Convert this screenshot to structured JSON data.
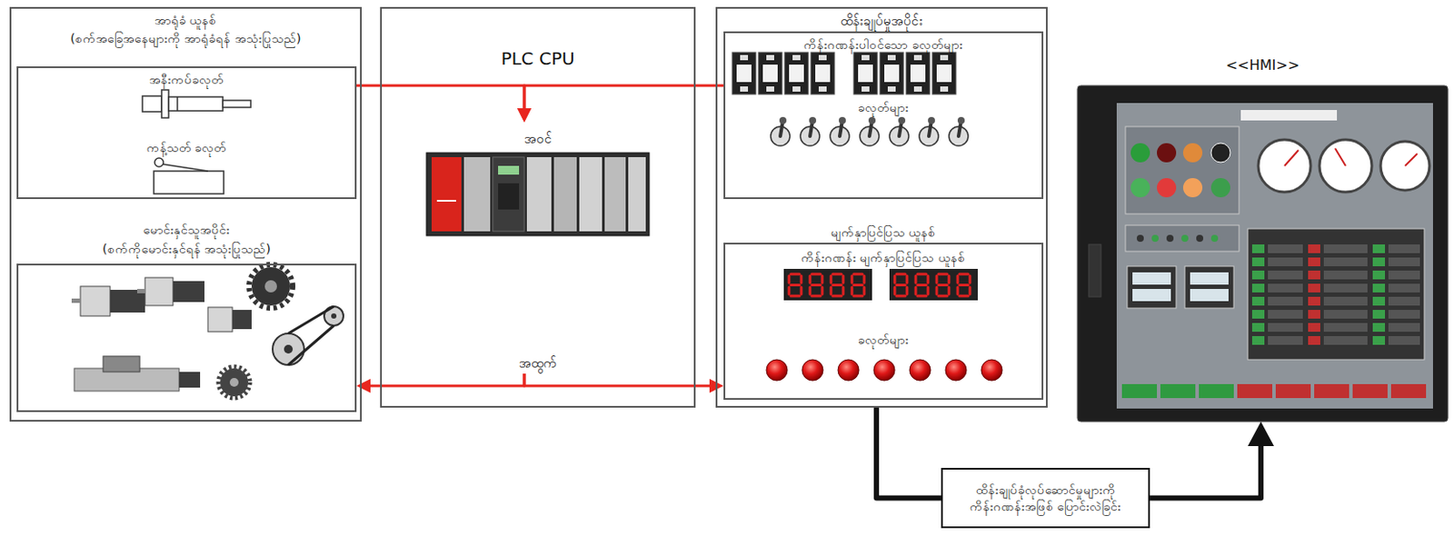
{
  "diagram": {
    "nodes": [
      {
        "text": [
          "အာရုံခံ ယူနစ်",
          "(စက်အခြေအနေများကို အာရုံခံရန် အသုံးပြုသည်)"
        ]
      },
      {
        "text": [
          "အနီးကပ်ခလုတ်",
          "ကန့်သတ် ခလုတ်"
        ],
        "in": 0
      },
      {
        "text": [
          "မောင်းနှင်သူအပိုင်း",
          "(စက်ကိုမောင်းနှင်ရန် အသုံးပြုသည်)"
        ],
        "in": 0
      },
      {
        "text": [
          "PLC CPU",
          "အဝင်",
          "အထွက်"
        ]
      },
      {
        "text": [
          "ထိန်းချုပ်မှုအပိုင်း"
        ]
      },
      {
        "text": [
          "ကိန်းဂဏန်းပါဝင်သော ခလုတ်များ",
          "ခလုတ်များ"
        ],
        "in": 4
      },
      {
        "text": [
          "မျက်နှာပြင်ပြသ ယူနစ်",
          "ကိန်းဂဏန်း မျက်နှာပြင်ပြသ ယူနစ်",
          "ခလုတ်များ"
        ],
        "in": 4
      },
      {
        "text": [
          "<<HMI>>"
        ]
      },
      {
        "text": [
          "ထိန်းချုပ်ခုံလုပ်ဆောင်မှုများကို ကိန်းဂဏန်းအဖြစ် ပြောင်းလဲခြင်း"
        ]
      }
    ],
    "edges": [
      {
        "from": 1,
        "to": 3,
        "arrow": "to"
      },
      {
        "from": 5,
        "to": 3,
        "arrow": "to"
      },
      {
        "from": 3,
        "to": 2,
        "arrow": "to"
      },
      {
        "from": 3,
        "to": 6,
        "arrow": "to"
      },
      {
        "from": 4,
        "to": 8,
        "arrow": "none"
      },
      {
        "from": 8,
        "to": 7,
        "arrow": "to"
      }
    ]
  }
}
